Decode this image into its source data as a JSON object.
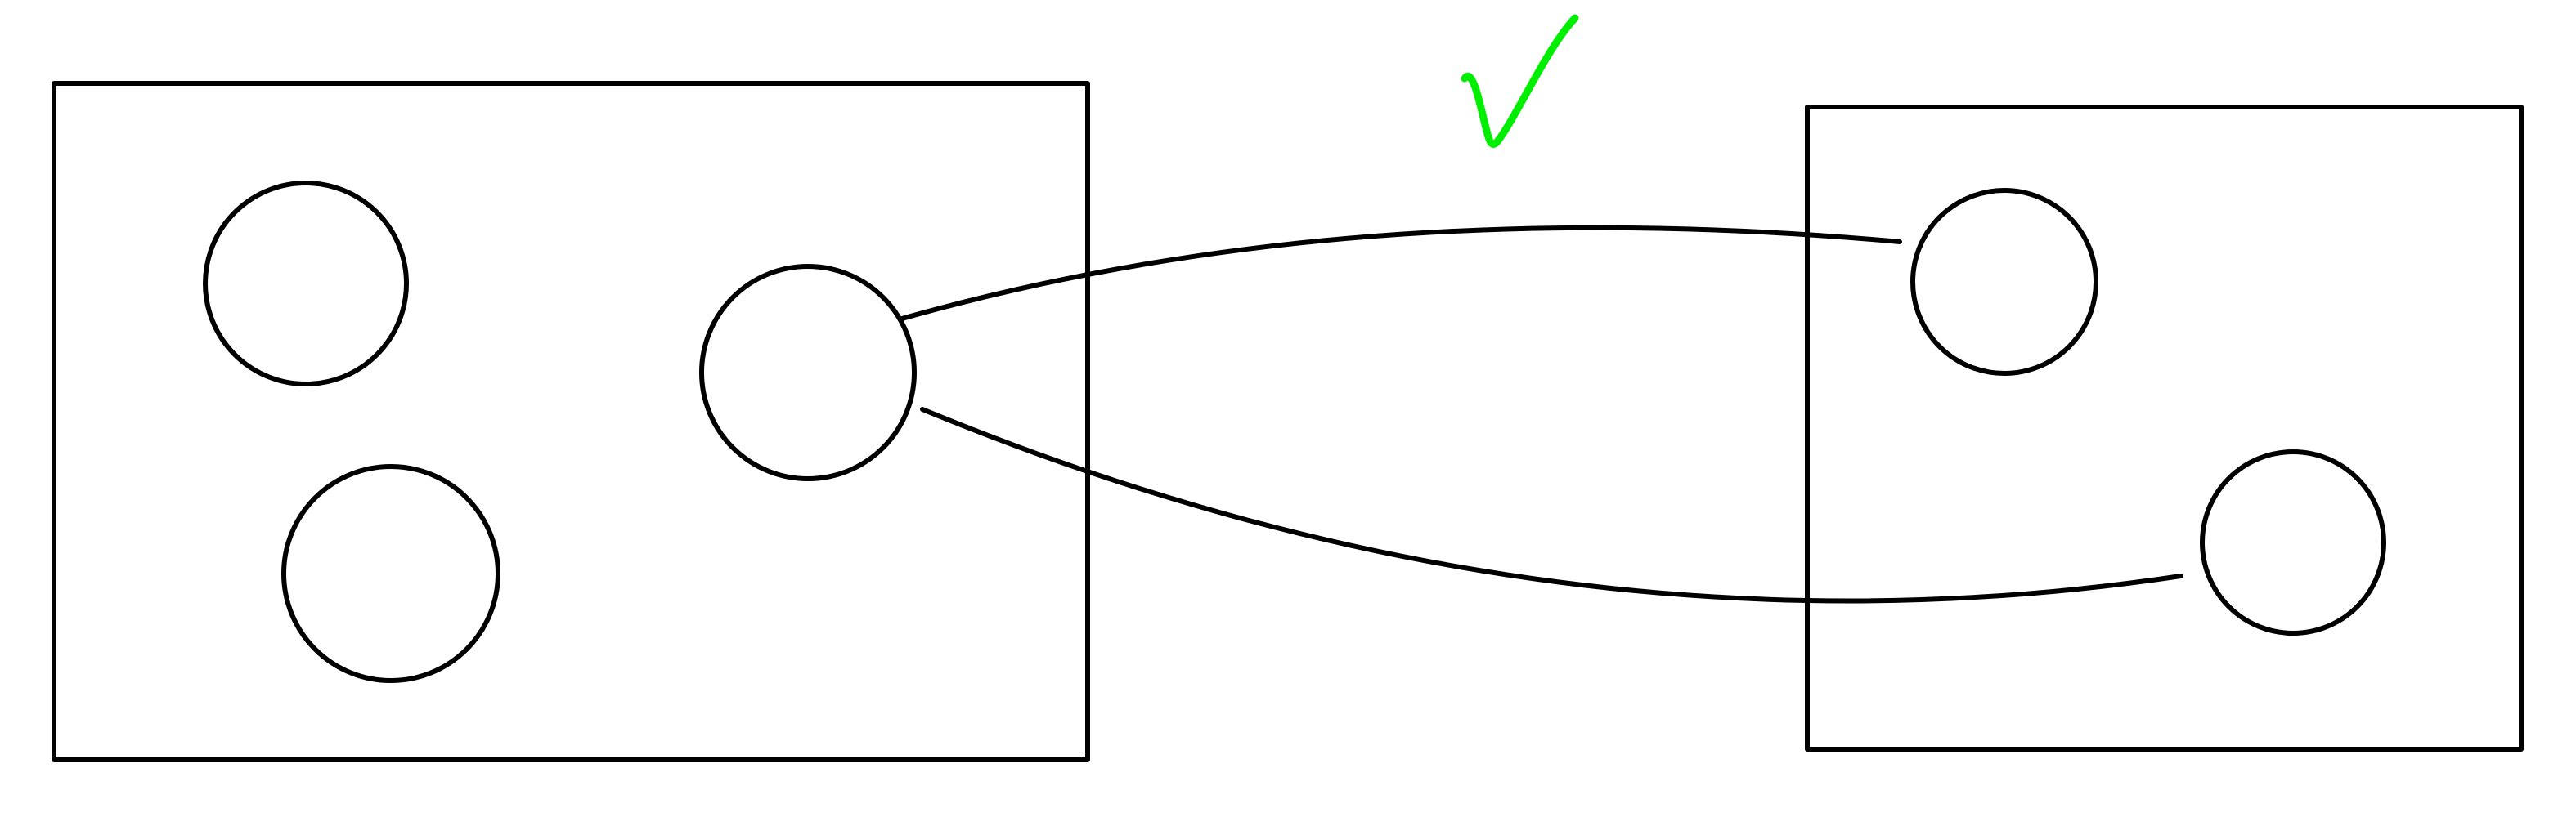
{
  "diagram": {
    "stroke_color": "#000000",
    "check_color": "#00ee00",
    "background": "#ffffff",
    "boxes": [
      {
        "name": "left-box"
      },
      {
        "name": "right-box"
      }
    ],
    "circles": [
      {
        "name": "left-box-circle-top"
      },
      {
        "name": "left-box-circle-bottom"
      },
      {
        "name": "left-box-circle-center"
      },
      {
        "name": "right-box-circle-top"
      },
      {
        "name": "right-box-circle-bottom"
      }
    ],
    "connectors": [
      {
        "name": "connector-center-to-right-top"
      },
      {
        "name": "connector-center-to-right-bottom"
      }
    ],
    "marks": [
      {
        "name": "checkmark-icon"
      }
    ]
  }
}
